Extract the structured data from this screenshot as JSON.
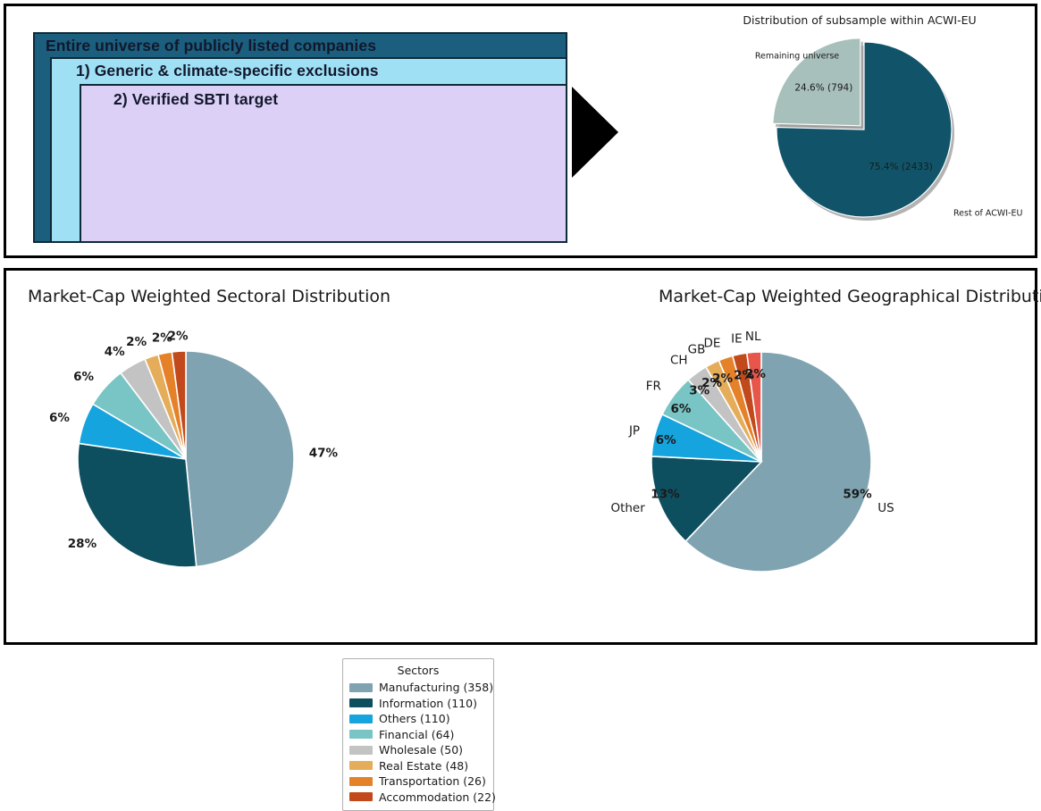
{
  "funnel": {
    "outer_label": "Entire universe of publicly listed companies",
    "mid_label": "1) Generic & climate-specific exclusions",
    "inner_label": "2) Verified SBTI target",
    "outer_color": "#1b5e7e",
    "mid_color": "#a0e0f5",
    "inner_color": "#ddd0f7",
    "border_color": "#0d2a38"
  },
  "arrow": {
    "name": "right-arrow",
    "color": "#000000"
  },
  "chart_data": [
    {
      "type": "pie",
      "id": "acwi-distribution",
      "title": "Distribution of subsample within ACWI-EU",
      "categories": [
        "Remaining universe",
        "Rest of ACWI-EU"
      ],
      "values": [
        24.6,
        75.4
      ],
      "counts": [
        794,
        2433
      ],
      "inner_labels": [
        "24.6% (794)",
        "75.4% (2433)"
      ],
      "colors": [
        "#a8c0bb",
        "#115469"
      ],
      "explode": [
        0.06,
        0.0
      ],
      "startangle": 90,
      "counterclock": true,
      "shadow": true,
      "legend": "none"
    },
    {
      "type": "pie",
      "id": "sectoral-distribution",
      "title": "Market-Cap Weighted Sectoral Distribution",
      "legend_title": "Sectors",
      "categories": [
        "Manufacturing",
        "Information",
        "Others",
        "Financial",
        "Wholesale",
        "Real Estate",
        "Transportation",
        "Accommodation"
      ],
      "legend_labels": [
        "Manufacturing (358)",
        "Information (110)",
        "Others (110)",
        "Financial (64)",
        "Wholesale (50)",
        "Real Estate (48)",
        "Transportation (26)",
        "Accommodation (22)"
      ],
      "counts": [
        358,
        110,
        110,
        64,
        50,
        48,
        26,
        22
      ],
      "values": [
        47,
        28,
        6,
        6,
        4,
        2,
        2,
        2
      ],
      "pct_labels": [
        "47%",
        "28%",
        "6%",
        "6%",
        "4%",
        "2%",
        "2%",
        "2%"
      ],
      "colors": [
        "#7fa3b0",
        "#0e4f5f",
        "#15a4dd",
        "#79c4c4",
        "#c3c3c3",
        "#e5ad5a",
        "#e58128",
        "#c1491b"
      ],
      "startangle": 90,
      "counterclock": false,
      "legend_position": "right"
    },
    {
      "type": "pie",
      "id": "geographical-distribution",
      "title": "Market-Cap Weighted Geographical Distribution",
      "categories": [
        "US",
        "Other",
        "JP",
        "FR",
        "CH",
        "GB",
        "DE",
        "IE",
        "NL"
      ],
      "values": [
        59,
        13,
        6,
        6,
        3,
        2,
        2,
        2,
        2
      ],
      "pct_labels": [
        "59%",
        "13%",
        "6%",
        "6%",
        "3%",
        "2%",
        "2%",
        "2%",
        "2%"
      ],
      "colors": [
        "#7fa3b0",
        "#0e4f5f",
        "#15a4dd",
        "#79c4c4",
        "#c3c3c3",
        "#e5ad5a",
        "#e58128",
        "#c1491b",
        "#e8554a"
      ],
      "startangle": 90,
      "counterclock": false,
      "legend_position": "outside-labels"
    }
  ]
}
